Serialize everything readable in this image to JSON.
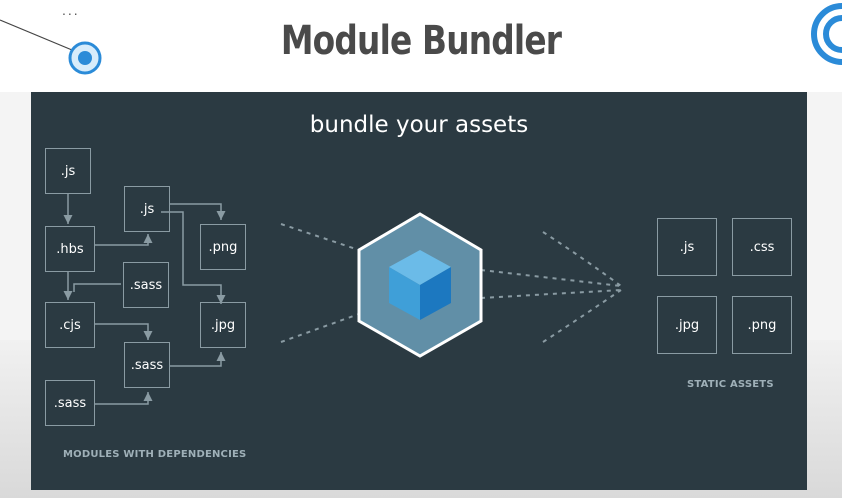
{
  "page": {
    "title": "Module Bundler",
    "corner_dots": "..."
  },
  "slide": {
    "heading": "bundle your assets",
    "modules_caption": "MODULES WITH DEPENDENCIES",
    "assets_caption": "STATIC ASSETS",
    "modules": [
      ".js",
      ".js",
      ".hbs",
      ".png",
      ".sass",
      ".cjs",
      ".jpg",
      ".sass",
      ".sass"
    ],
    "static_assets": [
      ".js",
      ".css",
      ".jpg",
      ".png"
    ]
  },
  "colors": {
    "slide_background": "#2b3a42",
    "cube_light": "#8ed6fb",
    "cube_dark": "#1c78c0",
    "decor_ring": "#2b8bd8"
  }
}
